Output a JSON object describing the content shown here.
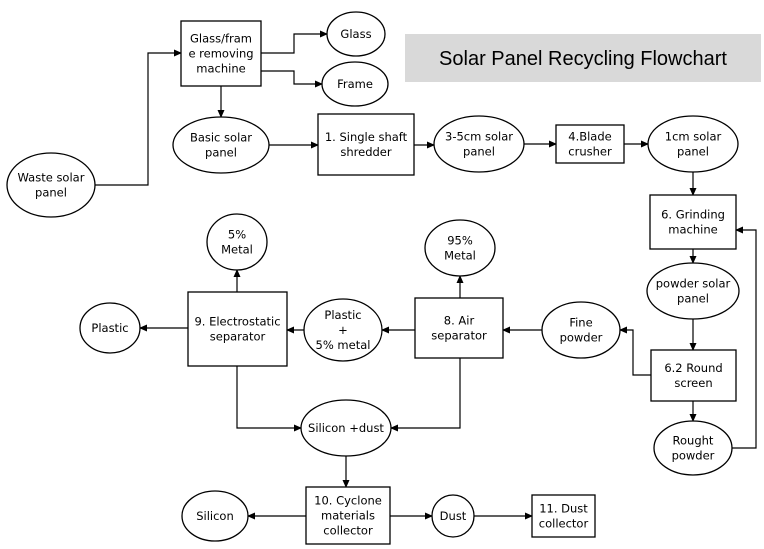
{
  "title": "Solar Panel Recycling Flowchart",
  "colors": {
    "title_background": "#d9d9d9",
    "stroke": "#000000",
    "fill": "#ffffff"
  },
  "nodes": [
    {
      "id": "waste-solar-panel",
      "shape": "ellipse",
      "lines": [
        "Waste solar",
        "panel"
      ]
    },
    {
      "id": "glass-frame-removing-machine",
      "shape": "rect",
      "lines": [
        "Glass/fram",
        "e removing",
        "machine"
      ]
    },
    {
      "id": "glass",
      "shape": "ellipse",
      "lines": [
        "Glass"
      ]
    },
    {
      "id": "frame",
      "shape": "ellipse",
      "lines": [
        "Frame"
      ]
    },
    {
      "id": "basic-solar-panel",
      "shape": "ellipse",
      "lines": [
        "Basic solar",
        "panel"
      ]
    },
    {
      "id": "single-shaft-shredder",
      "shape": "rect",
      "lines": [
        "1. Single shaft",
        "shredder"
      ]
    },
    {
      "id": "solar-panel-3-5cm",
      "shape": "ellipse",
      "lines": [
        "3-5cm solar",
        "panel"
      ]
    },
    {
      "id": "blade-crusher",
      "shape": "rect",
      "lines": [
        "4.Blade",
        "crusher"
      ]
    },
    {
      "id": "solar-panel-1cm",
      "shape": "ellipse",
      "lines": [
        "1cm solar",
        "panel"
      ]
    },
    {
      "id": "grinding-machine",
      "shape": "rect",
      "lines": [
        "6. Grinding",
        "machine"
      ]
    },
    {
      "id": "powder-solar-panel",
      "shape": "ellipse",
      "lines": [
        "powder solar",
        "panel"
      ]
    },
    {
      "id": "round-screen",
      "shape": "rect",
      "lines": [
        "6.2 Round",
        "screen"
      ]
    },
    {
      "id": "rought-powder",
      "shape": "ellipse",
      "lines": [
        "Rought",
        "powder"
      ]
    },
    {
      "id": "fine-powder",
      "shape": "ellipse",
      "lines": [
        "Fine",
        "powder"
      ]
    },
    {
      "id": "air-separator",
      "shape": "rect",
      "lines": [
        "8. Air",
        "separator"
      ]
    },
    {
      "id": "metal-95",
      "shape": "ellipse",
      "lines": [
        "95%",
        "Metal"
      ]
    },
    {
      "id": "plastic-5-metal",
      "shape": "ellipse",
      "lines": [
        "Plastic",
        "+",
        "5% metal"
      ]
    },
    {
      "id": "electrostatic-separator",
      "shape": "rect",
      "lines": [
        "9. Electrostatic",
        "separator"
      ]
    },
    {
      "id": "metal-5",
      "shape": "ellipse",
      "lines": [
        "5%",
        "Metal"
      ]
    },
    {
      "id": "plastic",
      "shape": "ellipse",
      "lines": [
        "Plastic"
      ]
    },
    {
      "id": "silicon-dust",
      "shape": "ellipse",
      "lines": [
        "Silicon +dust"
      ]
    },
    {
      "id": "cyclone-materials-collector",
      "shape": "rect",
      "lines": [
        "10. Cyclone",
        "materials",
        "collector"
      ]
    },
    {
      "id": "silicon",
      "shape": "ellipse",
      "lines": [
        "Silicon"
      ]
    },
    {
      "id": "dust",
      "shape": "ellipse",
      "lines": [
        "Dust"
      ]
    },
    {
      "id": "dust-collector",
      "shape": "rect",
      "lines": [
        "11. Dust",
        "collector"
      ]
    }
  ],
  "edges": [
    {
      "from": "waste-solar-panel",
      "to": "glass-frame-removing-machine"
    },
    {
      "from": "glass-frame-removing-machine",
      "to": "glass"
    },
    {
      "from": "glass-frame-removing-machine",
      "to": "frame"
    },
    {
      "from": "glass-frame-removing-machine",
      "to": "basic-solar-panel"
    },
    {
      "from": "basic-solar-panel",
      "to": "single-shaft-shredder"
    },
    {
      "from": "single-shaft-shredder",
      "to": "solar-panel-3-5cm"
    },
    {
      "from": "solar-panel-3-5cm",
      "to": "blade-crusher"
    },
    {
      "from": "blade-crusher",
      "to": "solar-panel-1cm"
    },
    {
      "from": "solar-panel-1cm",
      "to": "grinding-machine"
    },
    {
      "from": "grinding-machine",
      "to": "powder-solar-panel"
    },
    {
      "from": "powder-solar-panel",
      "to": "round-screen"
    },
    {
      "from": "round-screen",
      "to": "rought-powder"
    },
    {
      "from": "rought-powder",
      "to": "grinding-machine"
    },
    {
      "from": "round-screen",
      "to": "fine-powder"
    },
    {
      "from": "fine-powder",
      "to": "air-separator"
    },
    {
      "from": "air-separator",
      "to": "metal-95"
    },
    {
      "from": "air-separator",
      "to": "plastic-5-metal"
    },
    {
      "from": "plastic-5-metal",
      "to": "electrostatic-separator"
    },
    {
      "from": "electrostatic-separator",
      "to": "metal-5"
    },
    {
      "from": "electrostatic-separator",
      "to": "plastic"
    },
    {
      "from": "electrostatic-separator",
      "to": "silicon-dust"
    },
    {
      "from": "air-separator",
      "to": "silicon-dust"
    },
    {
      "from": "silicon-dust",
      "to": "cyclone-materials-collector"
    },
    {
      "from": "cyclone-materials-collector",
      "to": "silicon"
    },
    {
      "from": "cyclone-materials-collector",
      "to": "dust"
    },
    {
      "from": "dust",
      "to": "dust-collector"
    }
  ]
}
